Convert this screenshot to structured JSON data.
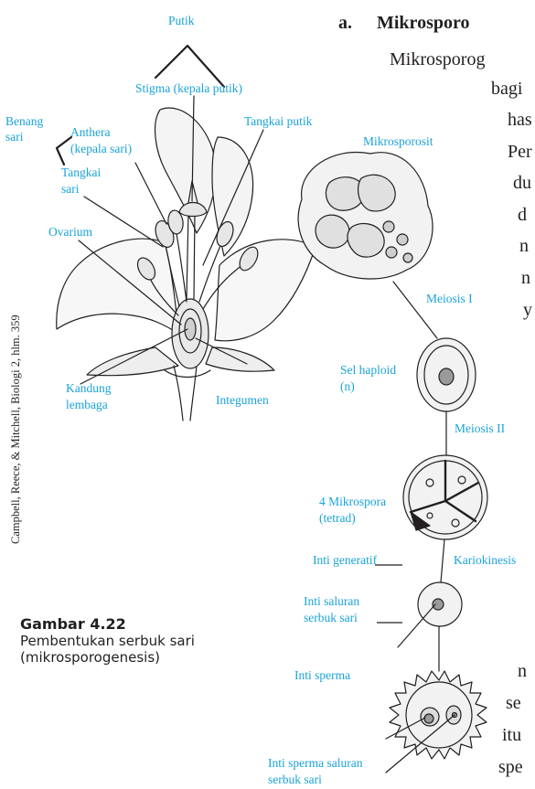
{
  "section": {
    "letter": "a.",
    "heading": "Mikrosporo",
    "lines": [
      "Mikrosporog",
      "bagi",
      "has",
      "Per",
      "du",
      "d",
      "n",
      "n",
      "y"
    ],
    "bottom_lines": [
      "n",
      "se",
      "itu",
      "spe"
    ]
  },
  "credit": "Campbell, Reece, & Mitchell, Biologi 2, hlm. 359",
  "caption": {
    "title": "Gambar 4.22",
    "text_line1": "Pembentukan serbuk sari",
    "text_line2": "(mikrosporogenesis)"
  },
  "flower_labels": {
    "putik": "Putik",
    "stigma": "Stigma (kepala putik)",
    "benang": "Benang",
    "sari": "sari",
    "anthera": "Anthera",
    "kepala_sari": "(kepala sari)",
    "tangkai_putik": "Tangkai putik",
    "tangkai": "Tangkai",
    "tangkai_sari": "sari",
    "ovarium": "Ovarium",
    "kandung": "Kandung",
    "lembaga": "lembaga",
    "integumen": "Integumen"
  },
  "process_labels": {
    "mikrosporosit": "Mikrosporosit",
    "meiosis1": "Meiosis I",
    "sel_haploid": "Sel haploid",
    "n": "(n)",
    "meiosis2": "Meiosis II",
    "mikrospora": "4 Mikrospora",
    "tetrad": "(tetrad)",
    "inti_generatif": "Inti generatif",
    "kariokinesis": "Kariokinesis",
    "inti_saluran": "Inti saluran",
    "serbuk_sari": "serbuk sari",
    "inti_sperma": "Inti sperma",
    "inti_sperma_saluran": "Inti sperma saluran",
    "serbuk_sari2": "serbuk sari"
  },
  "colors": {
    "label": "#1aa3d8",
    "line": "#231f20",
    "text": "#231f20"
  }
}
